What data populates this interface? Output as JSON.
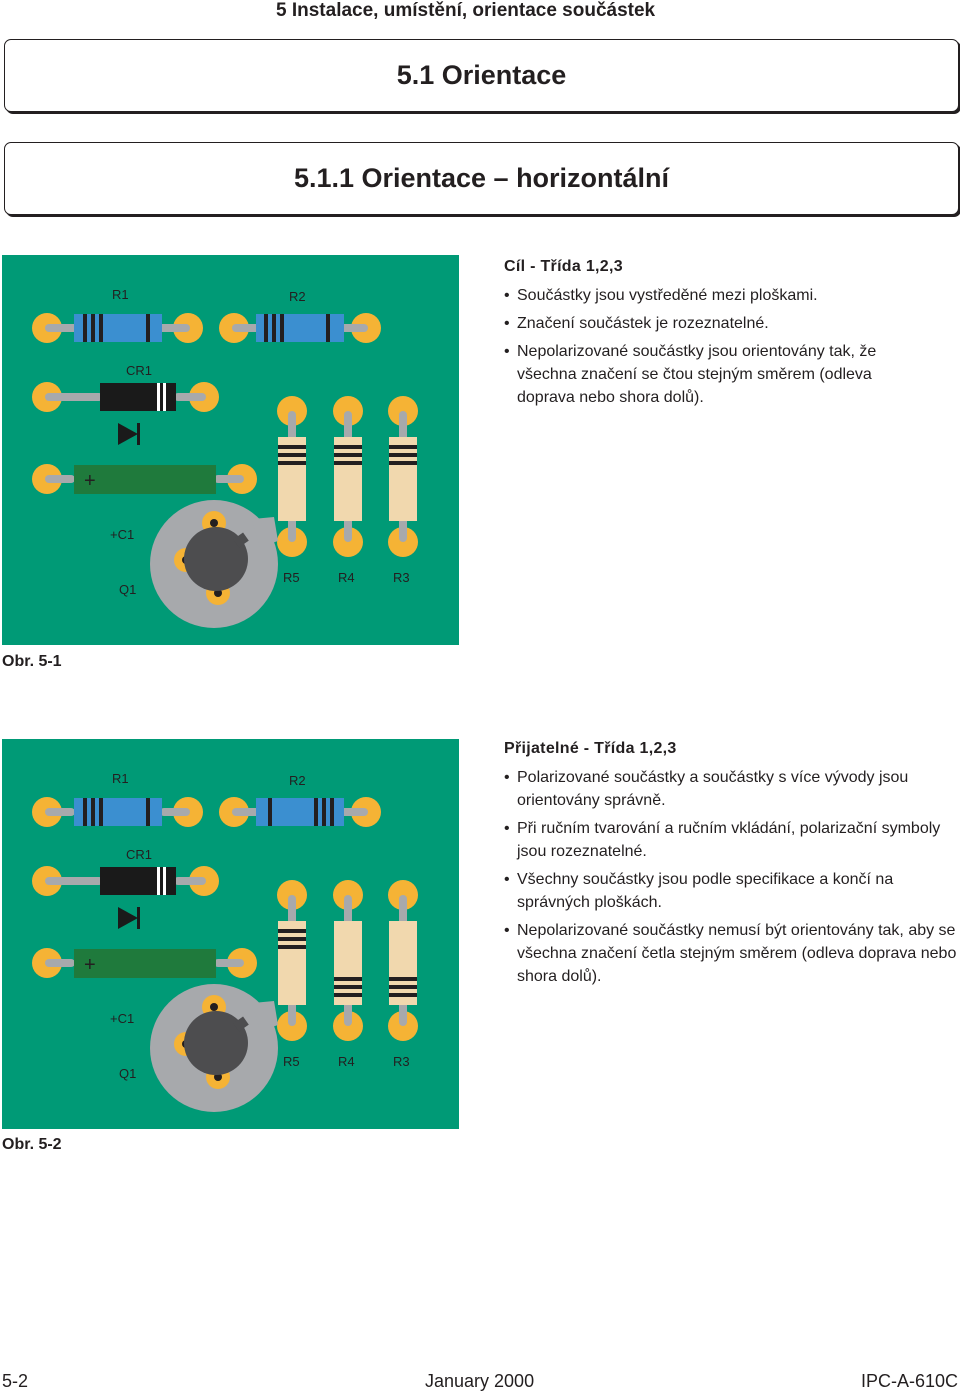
{
  "chapter_title": "5  Instalace, umístění, orientace součástek",
  "section_title": "5.1  Orientace",
  "subsection_title": "5.1.1  Orientace – horizontální",
  "figure1": {
    "caption": "Obr. 5-1",
    "labels": {
      "r1": "R1",
      "r2": "R2",
      "cr1": "CR1",
      "c1": "+C1",
      "q1": "Q1",
      "r5": "R5",
      "r4": "R4",
      "r3": "R3",
      "plus": "+"
    }
  },
  "figure2": {
    "caption": "Obr. 5-2",
    "labels": {
      "r1": "R1",
      "r2": "R2",
      "cr1": "CR1",
      "c1": "+C1",
      "q1": "Q1",
      "r5": "R5",
      "r4": "R4",
      "r3": "R3",
      "plus": "+"
    }
  },
  "target": {
    "heading": "Cíl - Třída 1,2,3",
    "bullets": [
      "Součástky jsou vystředěné mezi ploškami.",
      "Značení součástek je rozeznatelné.",
      "Nepolarizované součástky jsou orientovány tak, že všechna značení se čtou stejným směrem (odleva doprava nebo shora dolů)."
    ]
  },
  "acceptable": {
    "heading": "Přijatelné - Třída 1,2,3",
    "bullets": [
      "Polarizované součástky a součástky s více vývody jsou orientovány správně.",
      "Při ručním tvarování a ručním vkládání, polarizační symboly jsou rozeznatelné.",
      "Všechny součástky jsou podle specifikace a končí na správných ploškách.",
      "Nepolarizované součástky nemusí být orientovány tak, aby se všechna značení četla stejným směrem (odleva doprava nebo shora dolů)."
    ]
  },
  "footer": {
    "page": "5-2",
    "date": "January 2000",
    "doc": "IPC-A-610C"
  },
  "colors": {
    "board": "#009a76",
    "pad": "#f5b335",
    "resistor_blue": "#3b8fd0",
    "resistor_tan": "#f1d8ae",
    "diode": "#1a1a1a",
    "capacitor": "#1f7a3c",
    "transistor_base": "#a7a9ac",
    "transistor_body": "#4d4d4f"
  }
}
